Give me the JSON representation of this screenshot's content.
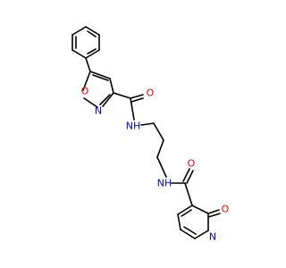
{
  "molecule": {
    "atom_labels": {
      "o_ring": "O",
      "n_ring": "N",
      "o_amide1": "O",
      "nh_amide1": "NH",
      "nh_amide2": "NH",
      "o_amide2": "O",
      "o_oxo": "O",
      "n_pyridine": "N"
    },
    "colors": {
      "bond": "#000000",
      "oxygen": "#ff0000",
      "nitrogen": "#0000ff",
      "background": "#ffffff"
    }
  }
}
